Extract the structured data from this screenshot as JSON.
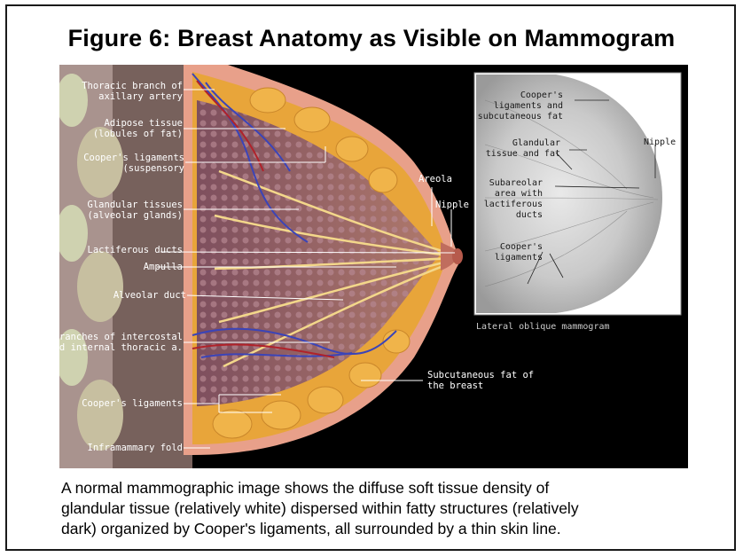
{
  "title": "Figure 6: Breast Anatomy as Visible on Mammogram",
  "anatomy_labels": {
    "thoracic_branch": [
      "Thoracic branch of",
      "axillary artery"
    ],
    "adipose": [
      "Adipose tissue",
      "(lobules of fat)"
    ],
    "coopers_suspensory": [
      "Cooper's ligaments",
      "(suspensory"
    ],
    "glandular": [
      "Glandular tissues",
      "(alveolar glands)"
    ],
    "lactiferous": "Lactiferous ducts",
    "ampulla": "Ampulla",
    "alveolar_duct": "Alveolar duct",
    "intercostal": [
      "Branches of intercostal",
      "and internal thoracic a."
    ],
    "coopers": "Cooper's ligaments",
    "inframammary": "Inframammary fold",
    "areola": "Areola",
    "nipple": "Nipple",
    "subcutaneous": [
      "Subcutaneous fat of",
      "the breast"
    ]
  },
  "mammogram_labels": {
    "coopers_subcut": [
      "Cooper's",
      "ligaments and",
      "subcutaneous fat"
    ],
    "glandular": [
      "Glandular",
      "tissue and fat"
    ],
    "nipple": "Nipple",
    "subareolar": [
      "Subareolar",
      "area with",
      "lactiferous",
      "ducts"
    ],
    "coopers": [
      "Cooper's",
      "ligaments"
    ],
    "caption": "Lateral oblique mammogram"
  },
  "caption_lines": [
    "A normal mammographic image shows the diffuse soft tissue density of",
    "glandular tissue (relatively white) dispersed within fatty structures (relatively",
    "dark) organized by Cooper's ligaments, all surrounded by a thin skin line."
  ],
  "colors": {
    "background": "#000000",
    "skin": "#e8a08a",
    "fat": "#e8a53a",
    "gland": "#8e5d6a",
    "vessel": "#3b44b8",
    "label_text": "#ffffff",
    "mammogram_text": "#1a1a1a"
  }
}
